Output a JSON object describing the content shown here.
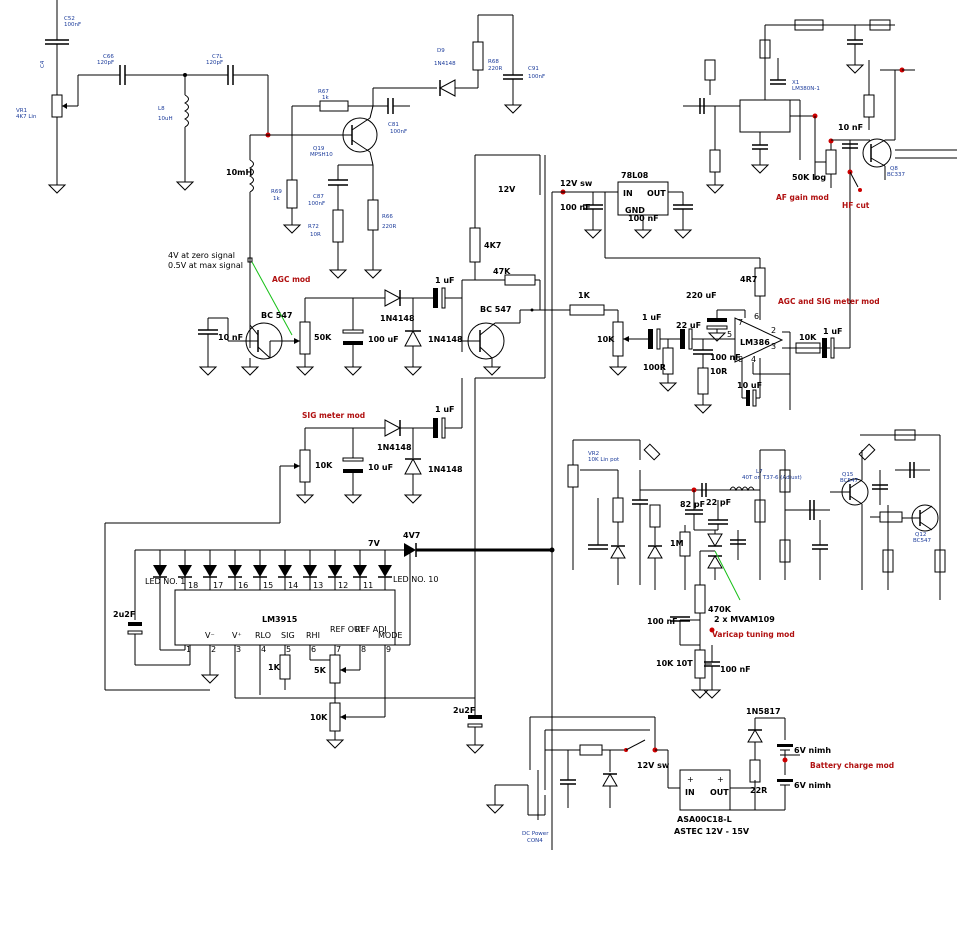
{
  "labels": {
    "c52": "C52",
    "c52v": "100nF",
    "vr1": "VR1",
    "vr1v": "4K7 Lin",
    "c4": "C4",
    "c66": "C66",
    "c66v": "120pF",
    "c71": "C7L",
    "c71v": "120pF",
    "l8": "L8",
    "l8v": "10uH",
    "d9": "D9",
    "d9v": "1N4148",
    "r67": "R67",
    "r67v": "1k",
    "r68": "R68",
    "r68v": "220R",
    "c91": "C91",
    "c91v": "100nF",
    "c81": "C81",
    "c81v": "100nF",
    "q19": "Q19",
    "q19v": "MPSH10",
    "r69": "R69",
    "r69v": "1k",
    "c87": "C87",
    "c87v": "100nF",
    "r72": "R72",
    "r72v": "10R",
    "r66": "R66",
    "r66v": "220R",
    "l10m": "10mH",
    "twelve_v": "12V",
    "v12sw": "12V sw",
    "reg7808": "78L08",
    "reg_in": "IN",
    "reg_out": "OUT",
    "reg_gnd": "GND",
    "c100n_a": "100 nF",
    "c100n_b": "100 nF",
    "r4k7": "4K7",
    "r47k": "47K",
    "r1k": "1K",
    "bc547a": "BC 547",
    "bc547b": "BC 547",
    "note1": "4V at zero signal",
    "note2": "0.5V at max signal",
    "agc_mod": "AGC mod",
    "sig_mod": "SIG meter mod",
    "agc_sig_mod": "AGC and SIG meter mod",
    "af_mod": "AF gain mod",
    "hf_cut": "HF cut",
    "varicap_mod": "Varicap tuning mod",
    "batt_mod": "Battery charge mod",
    "c10nf": "10 nF",
    "r50k": "50K",
    "c100uf": "100 uF",
    "d1n4148a": "1N4148",
    "d1n4148b": "1N4148",
    "d1n4148c": "1N4148",
    "d1n4148d": "1N4148",
    "c1uf_a": "1 uF",
    "c1uf_b": "1 uF",
    "c1uf_c": "1 uF",
    "c1uf_d": "1 uF",
    "r10k_a": "10K",
    "r10k_b": "10K",
    "r10k_c": "10K",
    "c10uf": "10  uF",
    "c220uf": "220 uF",
    "r4r7": "4R7",
    "lm386": "LM386",
    "c22uf": "22 uF",
    "c100nf_c": "100 nF",
    "r100r": "100R",
    "r10r": "10R",
    "c10uf_b": "10 uF",
    "lm3915": "LM3915",
    "c2u2f_a": "2u2F",
    "c2u2f_b": "2u2F",
    "v7": "7V",
    "v4v7": "4V7",
    "led1": "LED NO. 1",
    "led10": "LED NO. 10",
    "r1k_b": "1K",
    "r5k": "5K",
    "r10k_d": "10K",
    "pin_vminus": "V⁻",
    "pin_vplus": "V⁺",
    "pin_rlo": "RLO",
    "pin_sig": "SIG",
    "pin_rhi": "RHI",
    "pin_refout": "REF OUT",
    "pin_refadj": "REF ADJ",
    "pin_mode": "MODE",
    "pins": [
      "1",
      "2",
      "3",
      "4",
      "5",
      "6",
      "7",
      "8",
      "9"
    ],
    "led_nums": [
      "18",
      "17",
      "16",
      "15",
      "14",
      "13",
      "12",
      "11"
    ],
    "r50klog": "50K log",
    "c10nf_b": "10 nF",
    "c82pf": "82 pF",
    "c22pf": "22 pF",
    "r1m": "1M",
    "r470k": "470K",
    "mvam": "2 x MVAM109",
    "c100nf_d": "100 nF",
    "c100nf_e": "100 nF",
    "r10k10t": "10K 10T",
    "d1n5817": "1N5817",
    "batt1": "6V nimh",
    "batt2": "6V nimh",
    "r22r": "22R",
    "astec1": "ASA00C18-L",
    "astec2": "ASTEC  12V - 15V",
    "astec_in": "IN",
    "astec_out": "OUT",
    "v12sw_b": "12V sw",
    "dcpower": "DC Power",
    "conn": "CON4",
    "x1": "X1",
    "lm380": "LM380N-1",
    "q8": "Q8",
    "bc337": "BC337",
    "vr2": "VR2",
    "vr2v": "10K Lin pot",
    "l7": "L7",
    "l7v": "40T on T37-6 (Adjust)",
    "q15": "Q15",
    "q15v": "BC547",
    "q12": "Q12",
    "q12v": "BC547"
  }
}
